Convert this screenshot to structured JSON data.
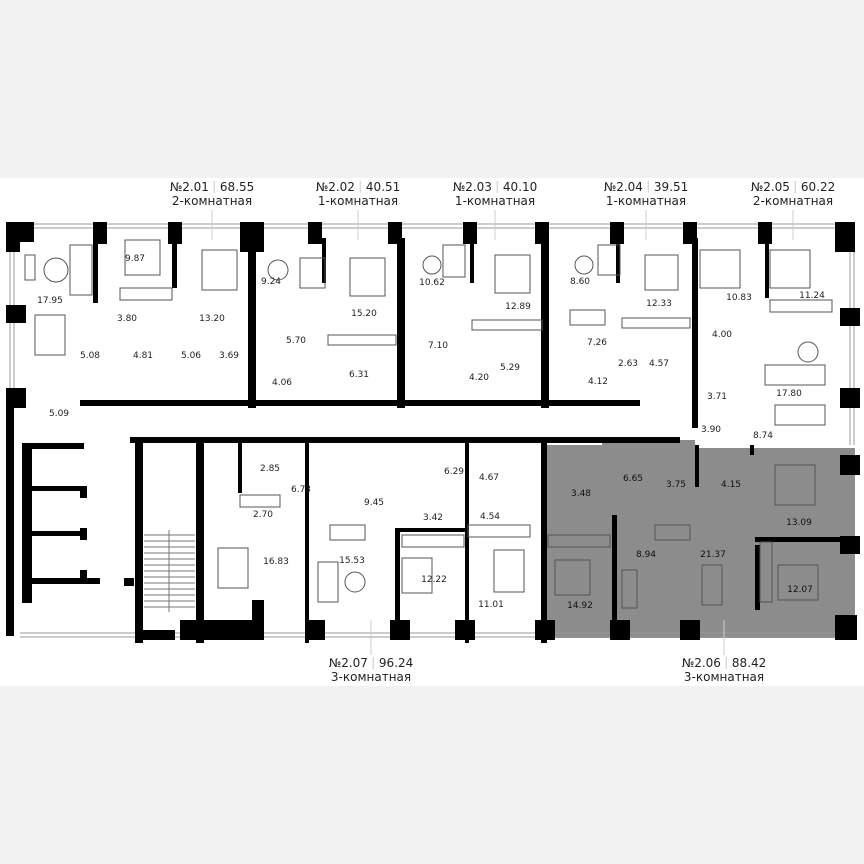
{
  "colors": {
    "background": "#f2f2f2",
    "plan_background": "#ffffff",
    "wall": "#000000",
    "selected_apartment": "#8c8c8c",
    "furniture_line": "#555555"
  },
  "apartments": [
    {
      "number": "№2.01",
      "area": "68.55",
      "type": "2-комнатная",
      "selected": false,
      "rooms": [
        "17.95",
        "9.87",
        "13.20",
        "3.80",
        "5.08",
        "4.81",
        "5.06",
        "3.69",
        "5.09"
      ]
    },
    {
      "number": "№2.02",
      "area": "40.51",
      "type": "1-комнатная",
      "selected": false,
      "rooms": [
        "9.24",
        "15.20",
        "5.70",
        "4.06",
        "6.31"
      ]
    },
    {
      "number": "№2.03",
      "area": "40.10",
      "type": "1-комнатная",
      "selected": false,
      "rooms": [
        "10.62",
        "12.89",
        "7.10",
        "4.20",
        "5.29"
      ]
    },
    {
      "number": "№2.04",
      "area": "39.51",
      "type": "1-комнатная",
      "selected": false,
      "rooms": [
        "8.60",
        "12.33",
        "7.26",
        "2.63",
        "4.57",
        "4.12"
      ]
    },
    {
      "number": "№2.05",
      "area": "60.22",
      "type": "2-комнатная",
      "selected": false,
      "rooms": [
        "10.83",
        "11.24",
        "4.00",
        "3.71",
        "17.80",
        "3.90",
        "8.74"
      ]
    },
    {
      "number": "№2.06",
      "area": "88.42",
      "type": "3-комнатная",
      "selected": true,
      "rooms": [
        "6.65",
        "3.75",
        "4.15",
        "3.48",
        "13.09",
        "8.94",
        "21.37",
        "14.92",
        "12.07"
      ]
    },
    {
      "number": "№2.07",
      "area": "96.24",
      "type": "3-комнатная",
      "selected": false,
      "rooms": [
        "2.85",
        "6.73",
        "2.70",
        "16.83",
        "9.45",
        "6.29",
        "4.67",
        "3.42",
        "4.54",
        "15.53",
        "12.22",
        "11.01"
      ]
    }
  ]
}
